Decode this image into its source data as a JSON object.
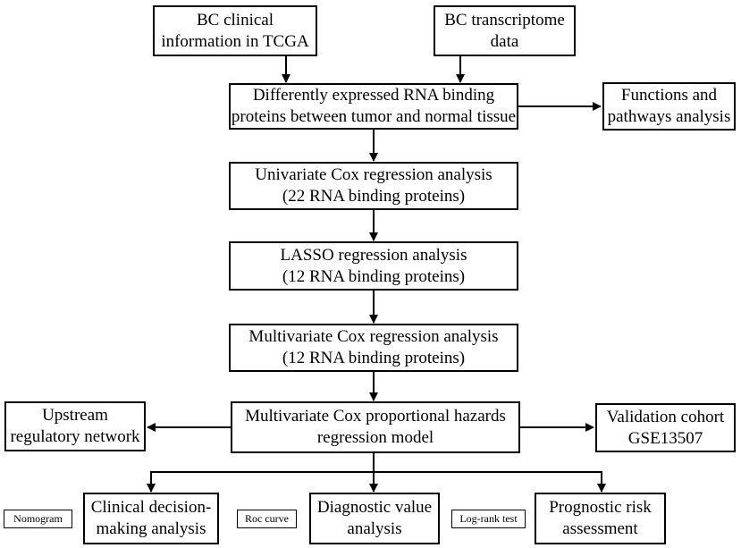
{
  "nodes": {
    "bc_clinical": {
      "line1": "BC clinical",
      "line2": "information in TCGA"
    },
    "bc_transcriptome": {
      "line1": "BC transcriptome",
      "line2": "data"
    },
    "differently_expressed": {
      "line1": "Differently expressed RNA binding",
      "line2": "proteins between tumor and normal tissue"
    },
    "functions_pathways": {
      "line1": "Functions and",
      "line2": "pathways analysis"
    },
    "univariate_cox": {
      "line1": "Univariate Cox regression analysis",
      "line2": "(22 RNA binding proteins)"
    },
    "lasso": {
      "line1": "LASSO regression analysis",
      "line2": "(12 RNA binding proteins)"
    },
    "multivariate_cox": {
      "line1": "Multivariate Cox regression analysis",
      "line2": "(12 RNA binding proteins)"
    },
    "hazards_model": {
      "line1": "Multivariate Cox proportional hazards",
      "line2": "regression model"
    },
    "upstream": {
      "line1": "Upstream",
      "line2": "regulatory network"
    },
    "validation": {
      "line1": "Validation cohort",
      "line2": "GSE13507"
    },
    "clinical_decision": {
      "line1": "Clinical decision-",
      "line2": "making analysis"
    },
    "diagnostic_value": {
      "line1": "Diagnostic value",
      "line2": "analysis"
    },
    "prognostic_risk": {
      "line1": "Prognostic risk",
      "line2": "assessment"
    },
    "nomogram": {
      "label": "Nomogram"
    },
    "roc_curve": {
      "label": "Roc curve"
    },
    "log_rank": {
      "label": "Log-rank test"
    }
  },
  "colors": {
    "stroke": "#000000",
    "fill": "#ffffff"
  }
}
